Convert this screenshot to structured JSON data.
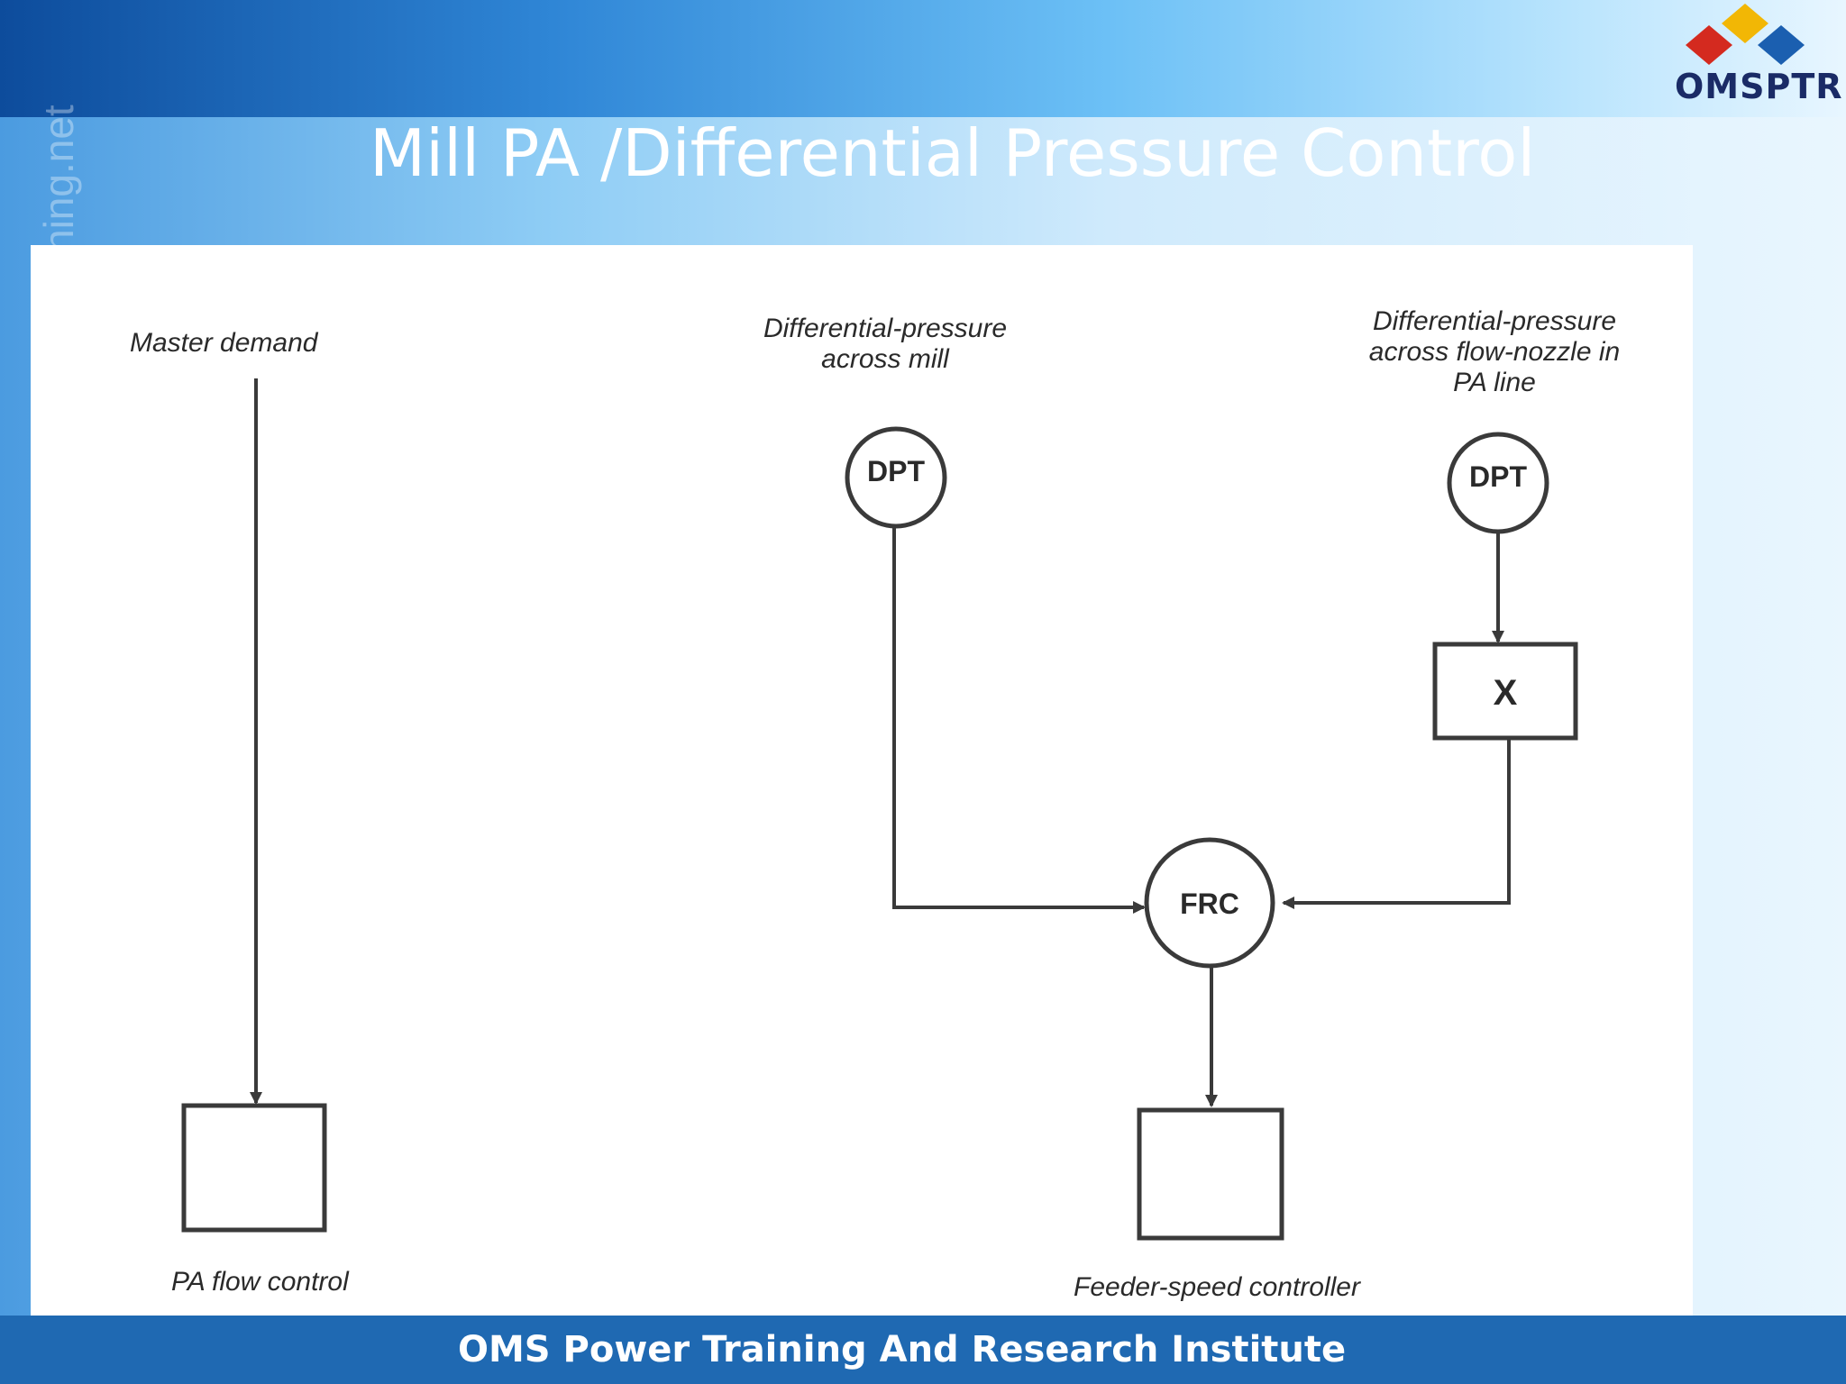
{
  "slide": {
    "title": "Mill PA /Differential Pressure Control",
    "footer": "OMS Power Training And Research Institute",
    "watermark": "ning.net",
    "logo_text": "OMSPTRI"
  },
  "diagram": {
    "labels": {
      "master_demand": "Master demand",
      "dp_mill_line1": "Differential-pressure",
      "dp_mill_line2": "across mill",
      "dp_nozzle_line1": "Differential-pressure",
      "dp_nozzle_line2": "across flow-nozzle in",
      "dp_nozzle_line3": "PA line",
      "pa_flow_control": "PA flow control",
      "feeder_speed_controller": "Feeder-speed controller"
    },
    "nodes": {
      "dpt_mill": "DPT",
      "dpt_nozzle": "DPT",
      "multiplier": "X",
      "frc": "FRC"
    }
  },
  "colors": {
    "footer": "#1f69b2",
    "line": "#3a3a3a"
  }
}
